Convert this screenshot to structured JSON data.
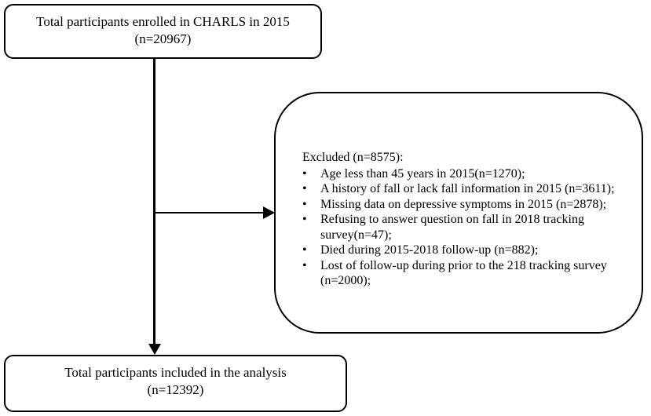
{
  "enrolled": {
    "line1": "Total participants enrolled in CHARLS in 2015",
    "line2": "(n=20967)"
  },
  "excluded": {
    "title": "Excluded (n=8575):",
    "items": [
      "Age less than 45 years in 2015(n=1270);",
      "A history of fall or lack fall information in 2015 (n=3611);",
      "Missing data on depressive symptoms in 2015 (n=2878);",
      "Refusing to answer question on fall in 2018 tracking survey(n=47);",
      "Died during  2015-2018 follow-up (n=882);",
      "Lost of follow-up during  prior to the 218 tracking survey (n=2000);"
    ]
  },
  "included": {
    "line1": "Total participants included in the analysis",
    "line2": "(n=12392)"
  },
  "bullet_char": "•"
}
